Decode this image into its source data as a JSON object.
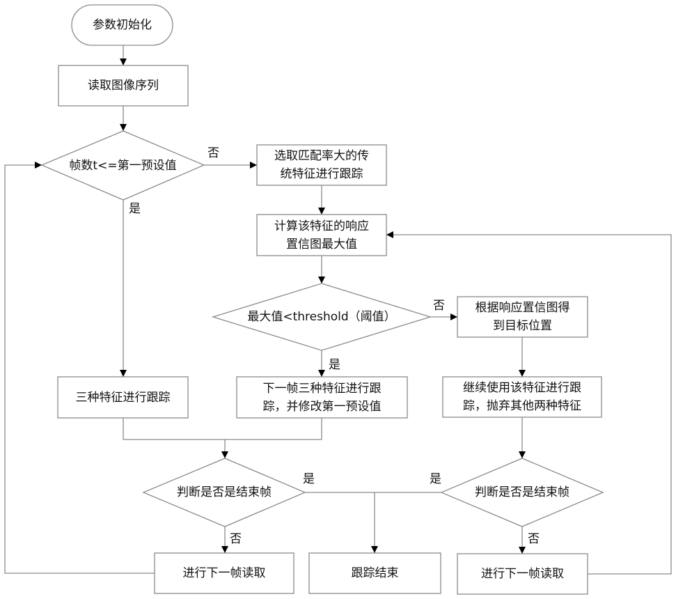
{
  "diagram": {
    "type": "flowchart",
    "nodes": {
      "start": {
        "shape": "terminator",
        "text": "参数初始化"
      },
      "read_sequence": {
        "shape": "process",
        "text": "读取图像序列"
      },
      "frame_check": {
        "shape": "decision",
        "text": "帧数t<=第一预设值"
      },
      "select_feature": {
        "shape": "process",
        "text": "选取匹配率大的传\n统特征进行跟踪"
      },
      "compute_response": {
        "shape": "process",
        "text": "计算该特征的响应\n置信图最大值"
      },
      "threshold_check": {
        "shape": "decision",
        "text": "最大值<threshold（阈值）"
      },
      "locate_target": {
        "shape": "process",
        "text": "根据响应置信图得\n到目标位置"
      },
      "three_feature_track": {
        "shape": "process",
        "text": "三种特征进行跟踪"
      },
      "next_frame_three": {
        "shape": "process",
        "text": "下一帧三种特征进行跟\n踪，并修改第一预设值"
      },
      "continue_feature": {
        "shape": "process",
        "text": "继续使用该特征进行跟\n踪，抛弃其他两种特征"
      },
      "end_check_left": {
        "shape": "decision",
        "text": "判断是否是结束帧"
      },
      "end_check_right": {
        "shape": "decision",
        "text": "判断是否是结束帧"
      },
      "next_read_left": {
        "shape": "process",
        "text": "进行下一帧读取"
      },
      "tracking_end": {
        "shape": "process",
        "text": "跟踪结束"
      },
      "next_read_right": {
        "shape": "process",
        "text": "进行下一帧读取"
      }
    },
    "edge_labels": {
      "frame_check_no": "否",
      "frame_check_yes": "是",
      "threshold_no": "否",
      "threshold_yes": "是",
      "end_left_yes": "是",
      "end_left_no": "否",
      "end_right_yes": "是",
      "end_right_no": "否"
    },
    "edges": [
      {
        "from": "start",
        "to": "read_sequence"
      },
      {
        "from": "read_sequence",
        "to": "frame_check"
      },
      {
        "from": "frame_check",
        "to": "select_feature",
        "label": "否"
      },
      {
        "from": "frame_check",
        "to": "three_feature_track",
        "label": "是"
      },
      {
        "from": "select_feature",
        "to": "compute_response"
      },
      {
        "from": "compute_response",
        "to": "threshold_check"
      },
      {
        "from": "threshold_check",
        "to": "locate_target",
        "label": "否"
      },
      {
        "from": "threshold_check",
        "to": "next_frame_three",
        "label": "是"
      },
      {
        "from": "locate_target",
        "to": "continue_feature"
      },
      {
        "from": "three_feature_track",
        "to": "end_check_left"
      },
      {
        "from": "next_frame_three",
        "to": "end_check_left"
      },
      {
        "from": "continue_feature",
        "to": "end_check_right"
      },
      {
        "from": "end_check_left",
        "to": "tracking_end",
        "label": "是"
      },
      {
        "from": "end_check_left",
        "to": "next_read_left",
        "label": "否"
      },
      {
        "from": "end_check_right",
        "to": "tracking_end",
        "label": "是"
      },
      {
        "from": "end_check_right",
        "to": "next_read_right",
        "label": "否"
      },
      {
        "from": "next_read_left",
        "to": "frame_check"
      },
      {
        "from": "next_read_right",
        "to": "compute_response"
      }
    ]
  }
}
